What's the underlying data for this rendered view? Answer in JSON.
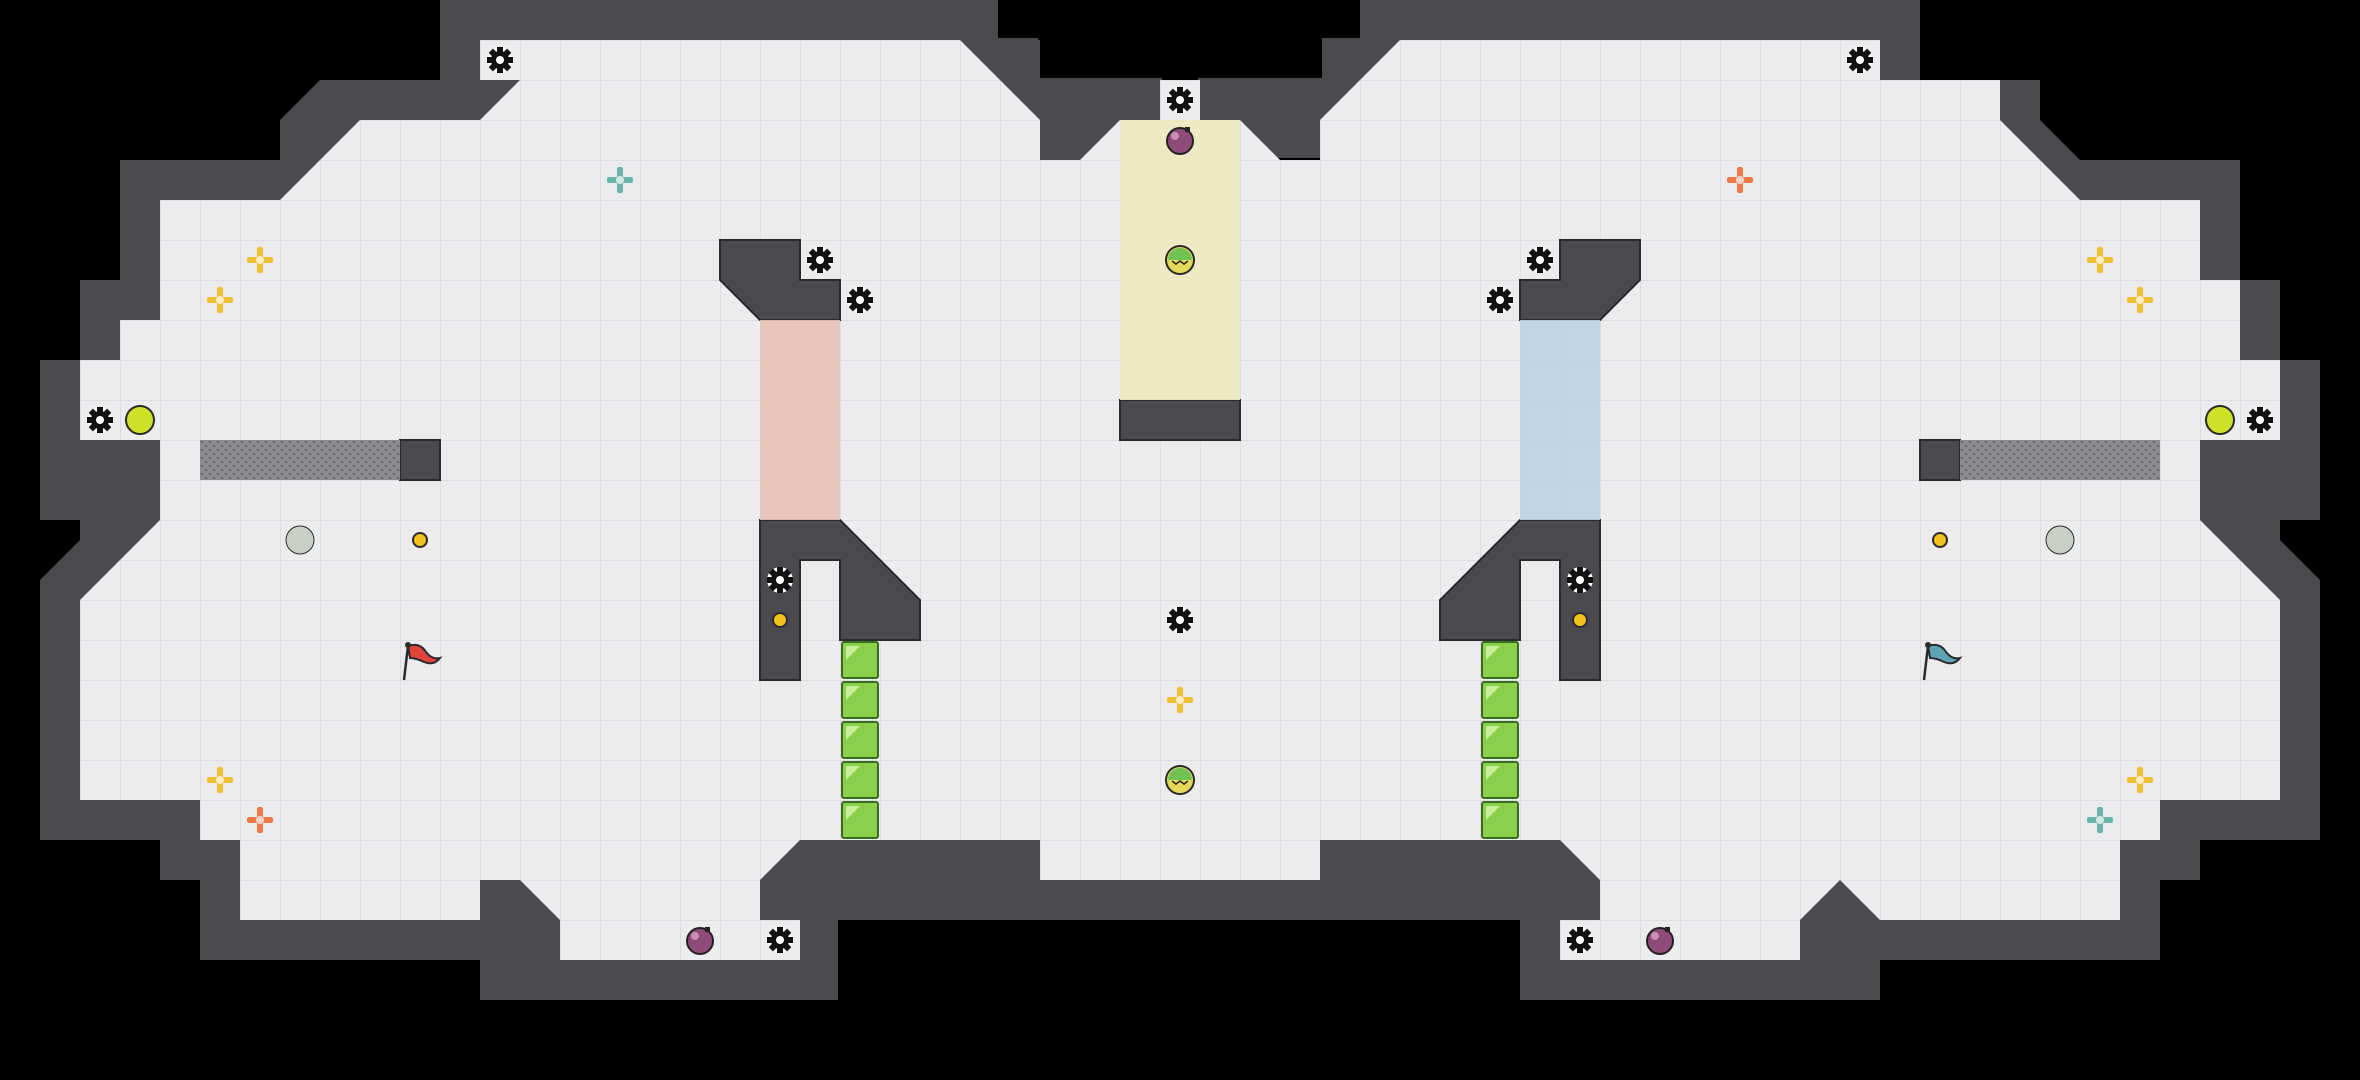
{
  "app": {
    "title": ""
  },
  "map": {
    "theme": {
      "background": "#000000",
      "floor": "#ececef",
      "grid": "#d8d8de",
      "wall": "#4a4a4e",
      "wall_edge": "#2a2a2d",
      "zone_red": "#e8c2b4",
      "zone_yellow": "#ecebc0",
      "zone_blue": "#bed4e4",
      "block_green": "#8bcf4e",
      "vent": "#8a8a8e",
      "flag_red": "#e0433a",
      "flag_blue": "#5fa2b5",
      "ball_purple": "#8e4a79",
      "ball_lime": "#cde02a",
      "ball_pale": "#c8cfc4",
      "coin": "#f2c21e",
      "plus_yellow": "#f1c232",
      "plus_orange": "#ef7b49",
      "plus_teal": "#6ab6ae",
      "disc_green": "#71c255",
      "disc_yellow": "#e5d95a"
    },
    "teams": [
      "red",
      "blue"
    ],
    "entity_types": [
      "flag-icon",
      "gear-icon",
      "orb-icon",
      "coin-icon",
      "plus-spawn-icon",
      "bomb-icon",
      "disc-icon",
      "boost-block",
      "vent-grate"
    ]
  }
}
